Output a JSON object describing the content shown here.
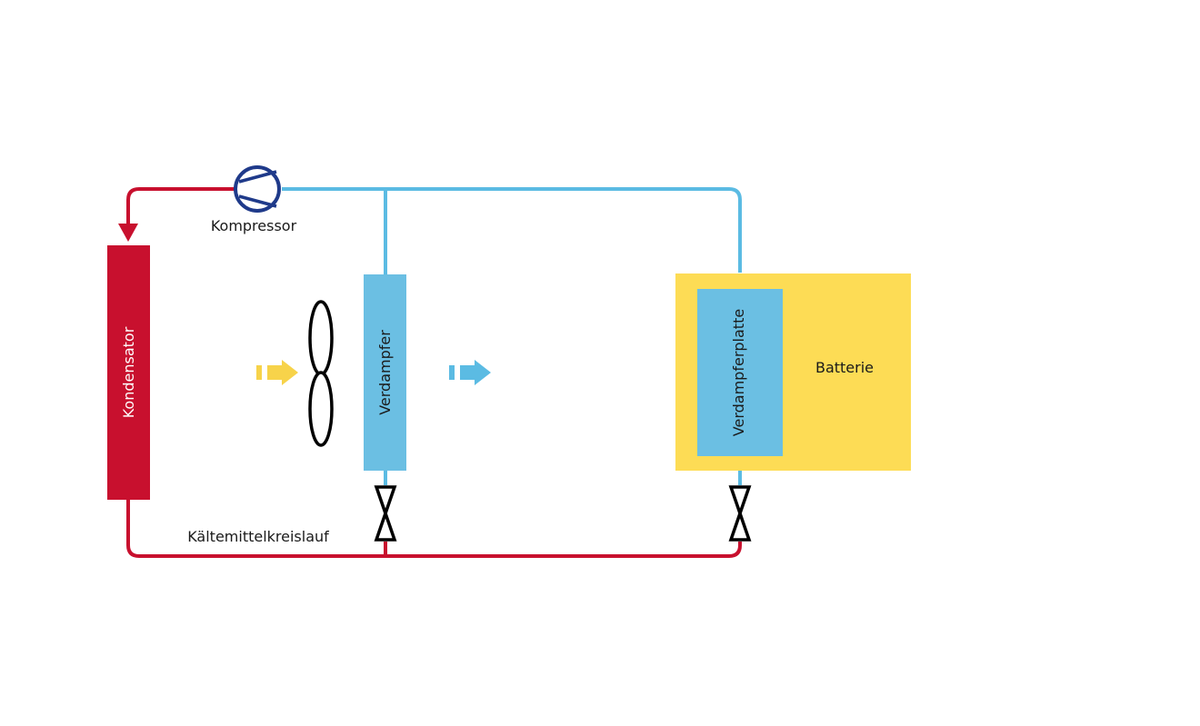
{
  "labels": {
    "compressor": "Kompressor",
    "condenser": "Kondensator",
    "evaporator": "Verdampfer",
    "evaporator_plate": "Verdampferplatte",
    "battery": "Batterie",
    "refrigerant_circuit": "Kältemittelkreislauf"
  },
  "colors": {
    "hot_line": "#c8102e",
    "cold_line": "#5bbbe3",
    "condenser_fill": "#c8102e",
    "evaporator_fill": "#6bbfe3",
    "battery_fill": "#fddc55",
    "compressor_stroke": "#1f3a8a",
    "warm_air_arrow": "#f7d34a",
    "cool_air_arrow": "#5bbbe3",
    "symbol_stroke": "#000000"
  },
  "icons": {
    "compressor": "compressor-icon",
    "fan": "fan-icon",
    "expansion_valve": "expansion-valve-icon",
    "air_flow": "arrow-right-icon"
  }
}
